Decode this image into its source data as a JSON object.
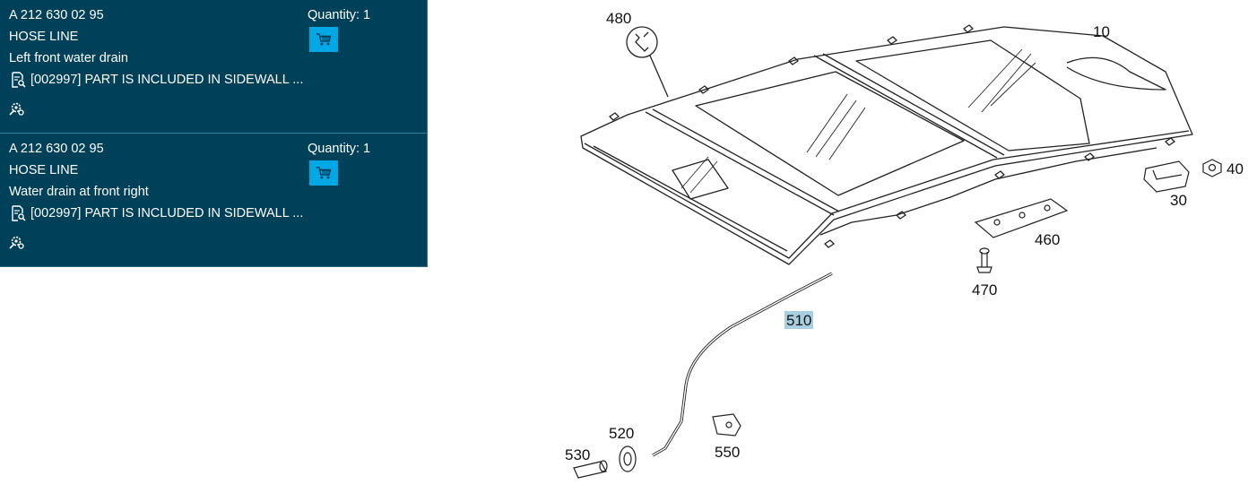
{
  "parts": [
    {
      "number": "A 212 630 02 95",
      "name": "HOSE LINE",
      "description": "Left front water drain",
      "note": "[002997] PART IS INCLUDED IN SIDEWALL ...",
      "quantity_label": "Quantity: 1"
    },
    {
      "number": "A 212 630 02 95",
      "name": "HOSE LINE",
      "description": "Water drain at front right",
      "note": "[002997] PART IS INCLUDED IN SIDEWALL ...",
      "quantity_label": "Quantity: 1"
    }
  ],
  "diagram": {
    "callouts": {
      "c480": "480",
      "c10": "10",
      "c40": "40",
      "c30": "30",
      "c460": "460",
      "c470": "470",
      "c510": "510",
      "c520": "520",
      "c530": "530",
      "c550": "550"
    },
    "highlighted": "510"
  },
  "colors": {
    "panel_bg": "#004059",
    "cart_button": "#00a8e6",
    "highlight": "#a8cfe0"
  },
  "icons": [
    "document-search-icon",
    "cart-icon",
    "settings-gear-icon",
    "wrench-icon"
  ]
}
